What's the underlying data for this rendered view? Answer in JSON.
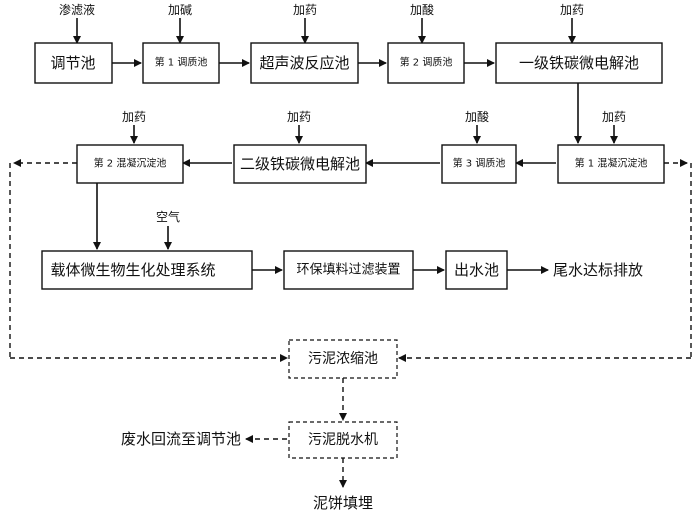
{
  "boxes": {
    "tiaojiechi": "调节池",
    "tiaozhi1": "第 1 调质池",
    "chaoshengbo": "超声波反应池",
    "tiaozhi2": "第 2 调质池",
    "weidianjie1": "一级铁碳微电解池",
    "hunning1": "第 1 混凝沉淀池",
    "tiaozhi3": "第 3 调质池",
    "weidianjie2": "二级铁碳微电解池",
    "hunning2": "第 2 混凝沉淀池",
    "shenghua": "载体微生物生化处理系统",
    "guolv": "环保填料过滤装置",
    "chushuichi": "出水池",
    "wunong": "污泥浓缩池",
    "tuoshui": "污泥脱水机"
  },
  "inputs": {
    "shenlvye": "渗滤液",
    "jiajian": "加碱",
    "jiayao_a": "加药",
    "jiasuan_a": "加酸",
    "jiayao_b": "加药",
    "jiayao_c": "加药",
    "jiayao_d": "加药",
    "jiasuan_b": "加酸",
    "jiayao_e": "加药",
    "kongqi": "空气"
  },
  "outputs": {
    "paifang": "尾水达标排放",
    "huiliu": "废水回流至调节池",
    "tianmai": "泥饼填埋"
  }
}
